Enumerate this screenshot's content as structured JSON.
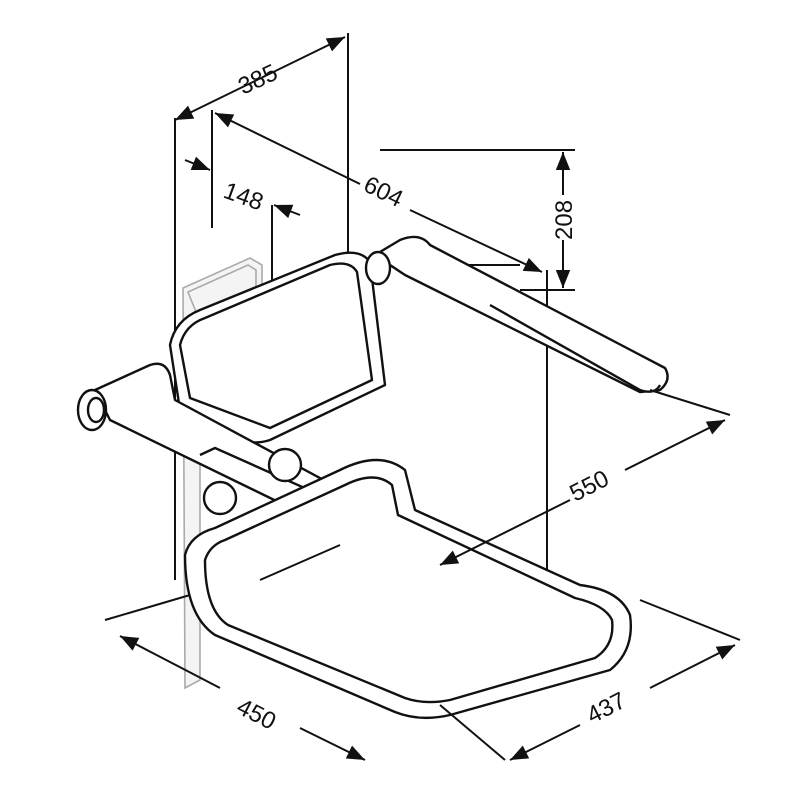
{
  "diagram": {
    "dimensions": {
      "backrest_height": "385",
      "backrest_offset": "148",
      "total_depth": "604",
      "armrest_height": "208",
      "armrest_length": "550",
      "seat_width": "450",
      "seat_depth": "437"
    },
    "line_color": "#111111"
  }
}
